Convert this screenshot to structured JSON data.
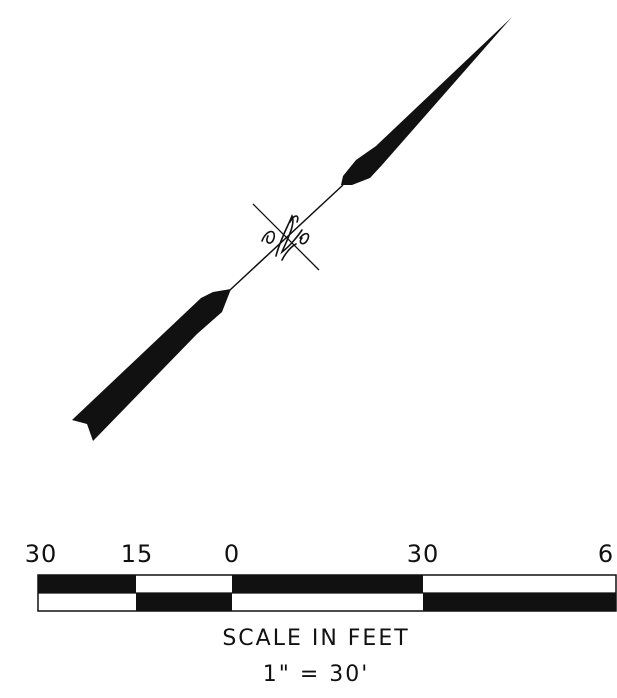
{
  "north_arrow": {
    "monogram": "N"
  },
  "scale_bar": {
    "tick_labels": [
      "30",
      "15",
      "0",
      "30",
      "6"
    ],
    "caption": "SCALE IN FEET",
    "ratio": "1\" = 30'"
  },
  "colors": {
    "ink": "#111111",
    "paper": "#ffffff"
  }
}
